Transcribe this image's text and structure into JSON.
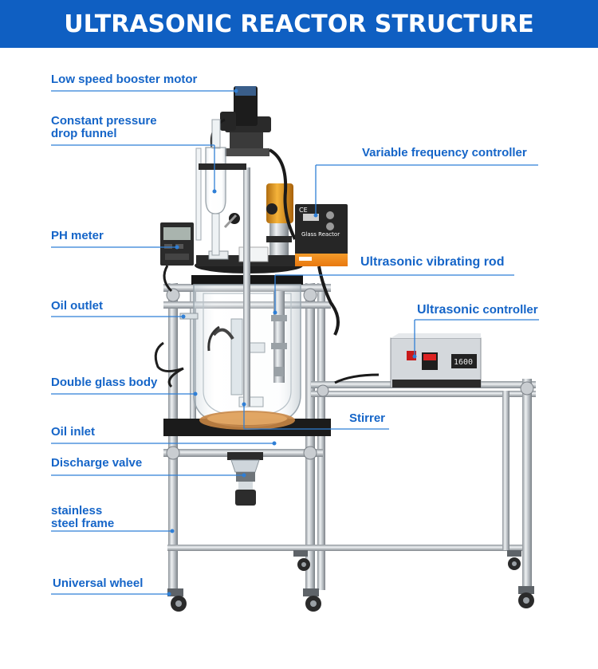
{
  "title": "ULTRASONIC REACTOR STRUCTURE",
  "colors": {
    "banner": "#0f5fc2",
    "label": "#1565c8",
    "leader": "#2f7fd6"
  },
  "labels": {
    "motor": "Low speed booster motor",
    "funnel_1": "Constant pressure",
    "funnel_2": "drop funnel",
    "vfc": "Variable frequency controller",
    "ph": "PH meter",
    "vib_rod": "Ultrasonic vibrating rod",
    "oil_outlet": "Oil outlet",
    "us_ctrl_a": "Ultrasonic",
    "us_ctrl_b": " controller",
    "glass": "Double glass body",
    "stirrer": "Stirrer",
    "oil_inlet": "Oil inlet",
    "valve": "Discharge valve",
    "frame_1": "stainless",
    "frame_2": "steel frame",
    "wheel": "Universal wheel"
  },
  "devices": {
    "vfc_panel": "Glass Reactor",
    "ce_mark": "CE",
    "display_reading": "1600"
  }
}
